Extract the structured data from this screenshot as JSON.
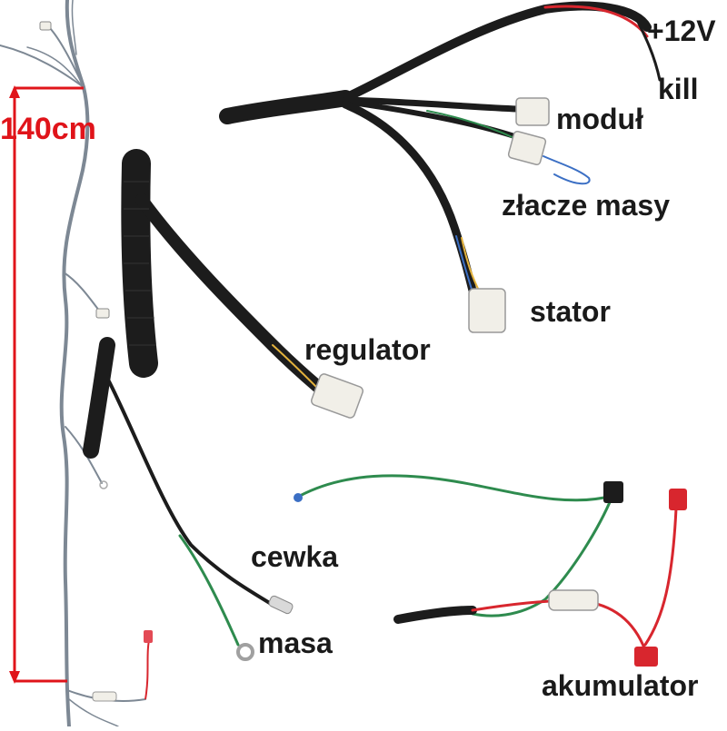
{
  "colors": {
    "background": "#ffffff",
    "sheath": "#1c1c1c",
    "measure_red": "#e0141a",
    "wire_green": "#2e8b4e",
    "wire_red": "#d8262e",
    "wire_blue": "#3b6fc4",
    "wire_gray": "#8a94a0",
    "connector_white": "#f1efe8"
  },
  "measurement": {
    "length_label": "140cm"
  },
  "labels": {
    "plus12v": "+12V",
    "kill": "kill",
    "modul": "moduł",
    "zlacze_masy": "złacze masy",
    "stator": "stator",
    "regulator": "regulator",
    "cewka": "cewka",
    "masa": "masa",
    "akumulator": "akumulator"
  }
}
